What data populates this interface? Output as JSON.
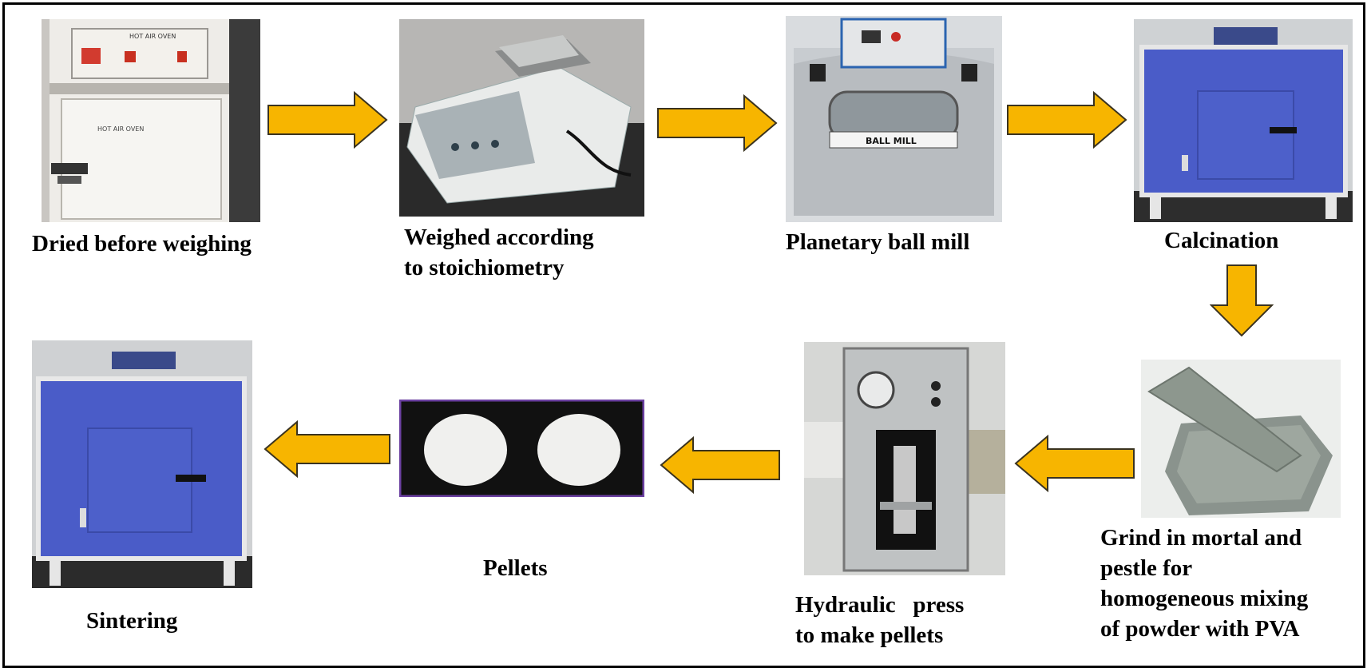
{
  "colors": {
    "arrow_fill": "#F7B500",
    "arrow_stroke": "#3a3320",
    "furnace_blue": "#4a5cc8",
    "frame": "#000000"
  },
  "steps": [
    {
      "id": "drying",
      "label_lines": [
        "Dried before weighing"
      ],
      "photo_text": "HOT AIR OVEN",
      "photo_text2": "HOT AIR OVEN"
    },
    {
      "id": "weighing",
      "label_lines": [
        "Weighed  according",
        "to stoichiometry"
      ]
    },
    {
      "id": "ball-mill",
      "label_lines": [
        "Planetary ball mill"
      ],
      "photo_text": "BALL MILL"
    },
    {
      "id": "calcination",
      "label_lines": [
        "Calcination"
      ]
    },
    {
      "id": "grinding",
      "label_lines": [
        "Grind in mortal and",
        "pestle for",
        "homogeneous mixing",
        "of powder with PVA"
      ]
    },
    {
      "id": "pressing",
      "label_lines": [
        "Hydraulic   press",
        "to make pellets"
      ]
    },
    {
      "id": "pellets",
      "label_lines": [
        "Pellets"
      ]
    },
    {
      "id": "sintering",
      "label_lines": [
        "Sintering"
      ]
    }
  ]
}
